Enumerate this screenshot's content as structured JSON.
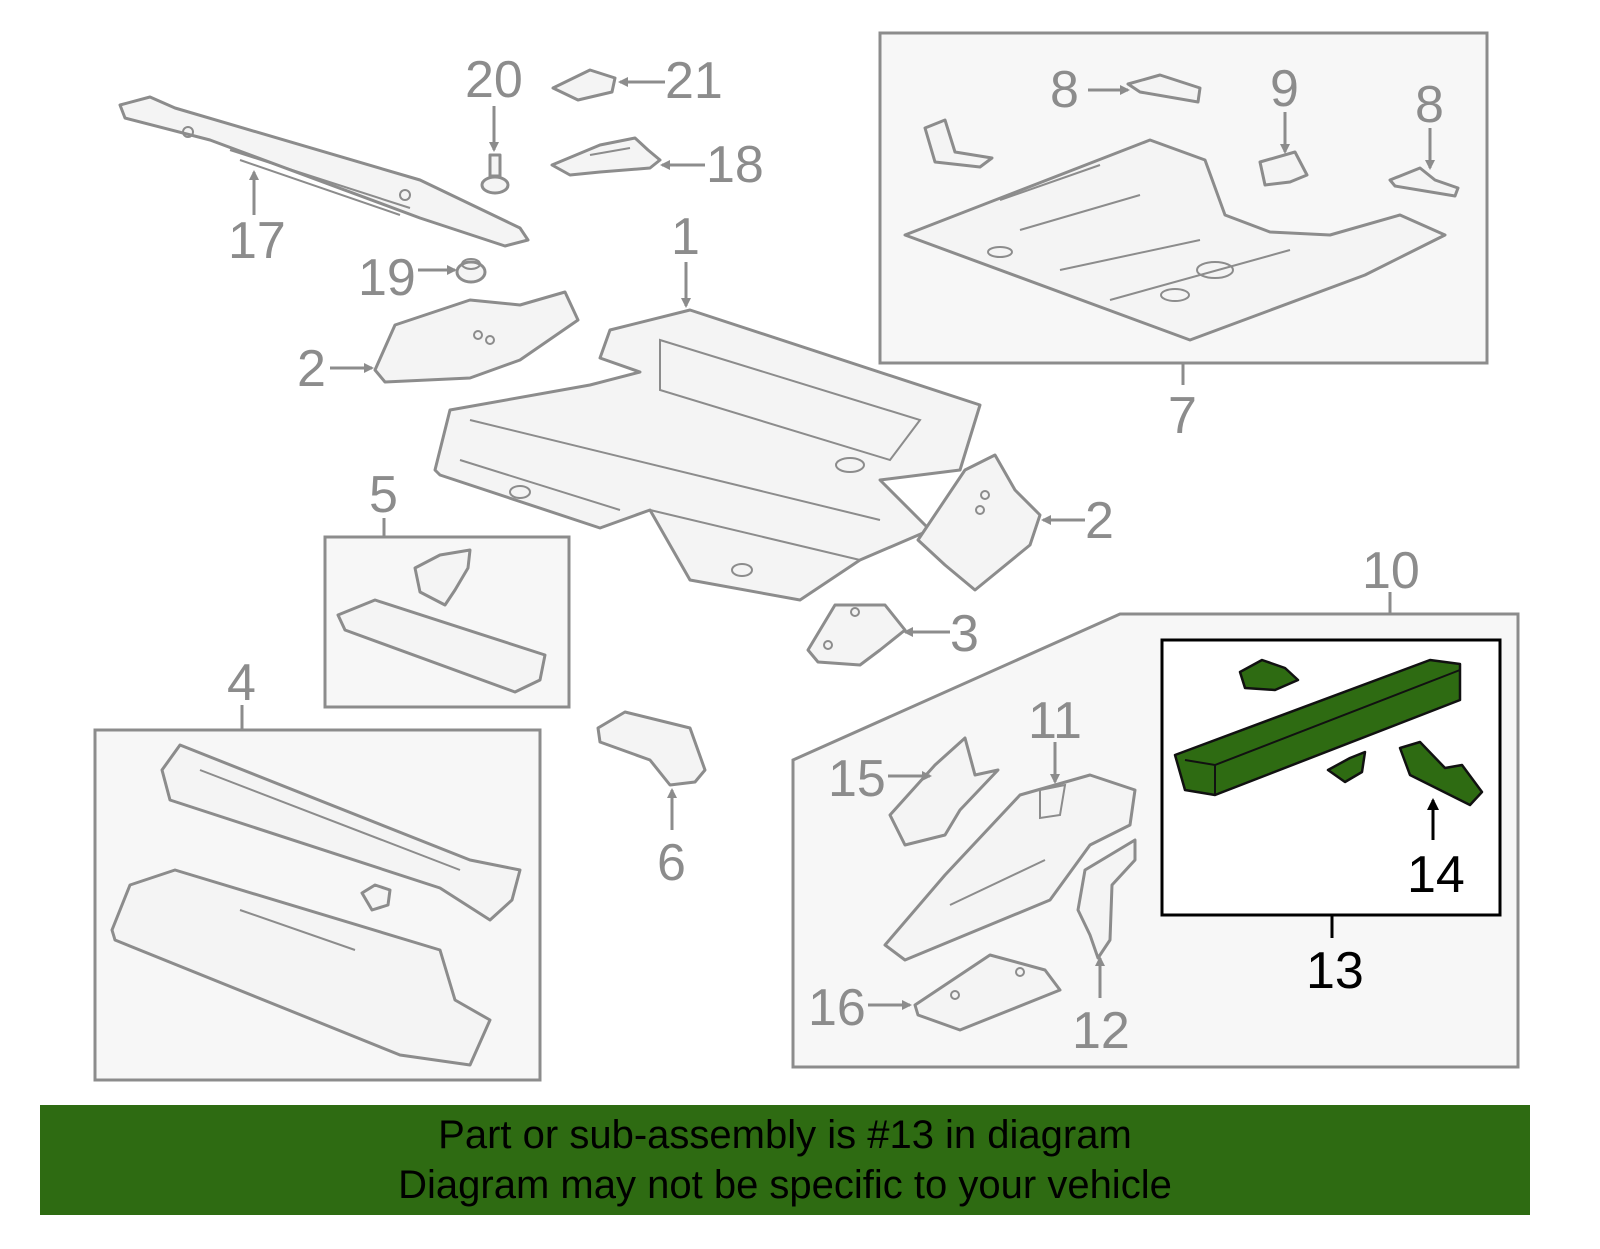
{
  "callouts": {
    "c1": "1",
    "c2a": "2",
    "c2b": "2",
    "c3": "3",
    "c4": "4",
    "c5": "5",
    "c6": "6",
    "c7": "7",
    "c8a": "8",
    "c8b": "8",
    "c9": "9",
    "c10": "10",
    "c11": "11",
    "c12": "12",
    "c13": "13",
    "c14": "14",
    "c15": "15",
    "c16": "16",
    "c17": "17",
    "c18": "18",
    "c19": "19",
    "c20": "20",
    "c21": "21"
  },
  "highlight": {
    "part_number": "13",
    "color": "#2e6b12"
  },
  "banner": {
    "line1": "Part or sub-assembly is #13 in diagram",
    "line2": "Diagram may not be specific to your vehicle"
  }
}
